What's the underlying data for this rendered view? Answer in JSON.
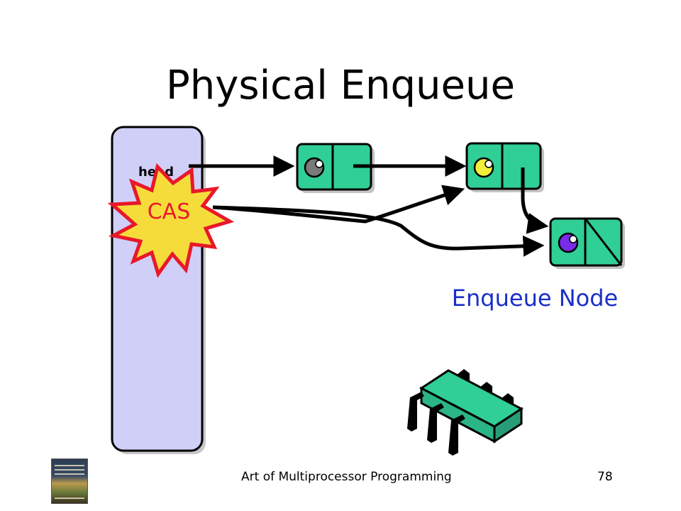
{
  "slide": {
    "title": "Physical Enqueue",
    "footer": "Art of Multiprocessor Programming",
    "page_number": "78"
  },
  "diagram": {
    "head_label": "head",
    "cas_label": "CAS",
    "enqueue_label": "Enqueue Node"
  },
  "colors": {
    "node_fill": "#2fcf95",
    "thread_fill": "#cfcff8",
    "cas_fill": "#f6dc3a",
    "cas_stroke": "#e8182a",
    "enqueue_text": "#1a2fc8",
    "dot_gray": "#7a7a7a",
    "dot_yellow": "#f4f03a",
    "dot_purple": "#7a2bea"
  }
}
